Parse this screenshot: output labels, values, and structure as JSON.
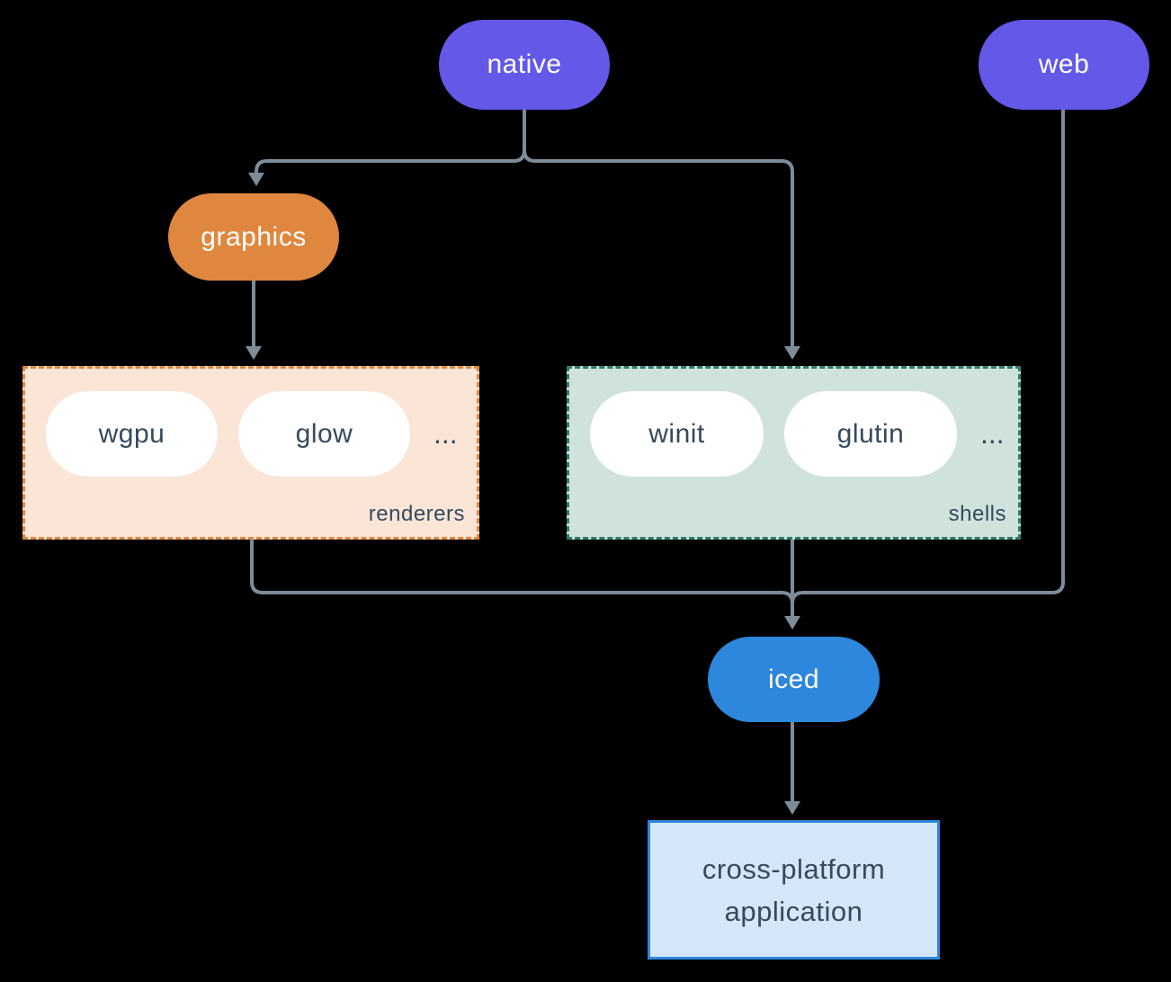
{
  "colors": {
    "background": "#000000",
    "line": "#7e8c99",
    "native_fill": "#6358e8",
    "web_fill": "#6358e8",
    "graphics_fill": "#e0873f",
    "iced_fill": "#2d87dc",
    "renderers_bg": "#fae5d7",
    "renderers_border": "#e0873f",
    "shells_bg": "#d0e2dc",
    "shells_border": "#2e7d6e",
    "inner_pill_bg": "#ffffff",
    "dark_text": "#344a5e",
    "application_bg": "#d4e6f7",
    "application_border": "#2d87dc"
  },
  "nodes": {
    "native": "native",
    "web": "web",
    "graphics": "graphics",
    "iced": "iced",
    "application": "cross-platform application"
  },
  "groups": {
    "renderers": {
      "label": "renderers",
      "pills": [
        "wgpu",
        "glow"
      ],
      "ellipsis": "..."
    },
    "shells": {
      "label": "shells",
      "pills": [
        "winit",
        "glutin"
      ],
      "ellipsis": "..."
    }
  }
}
